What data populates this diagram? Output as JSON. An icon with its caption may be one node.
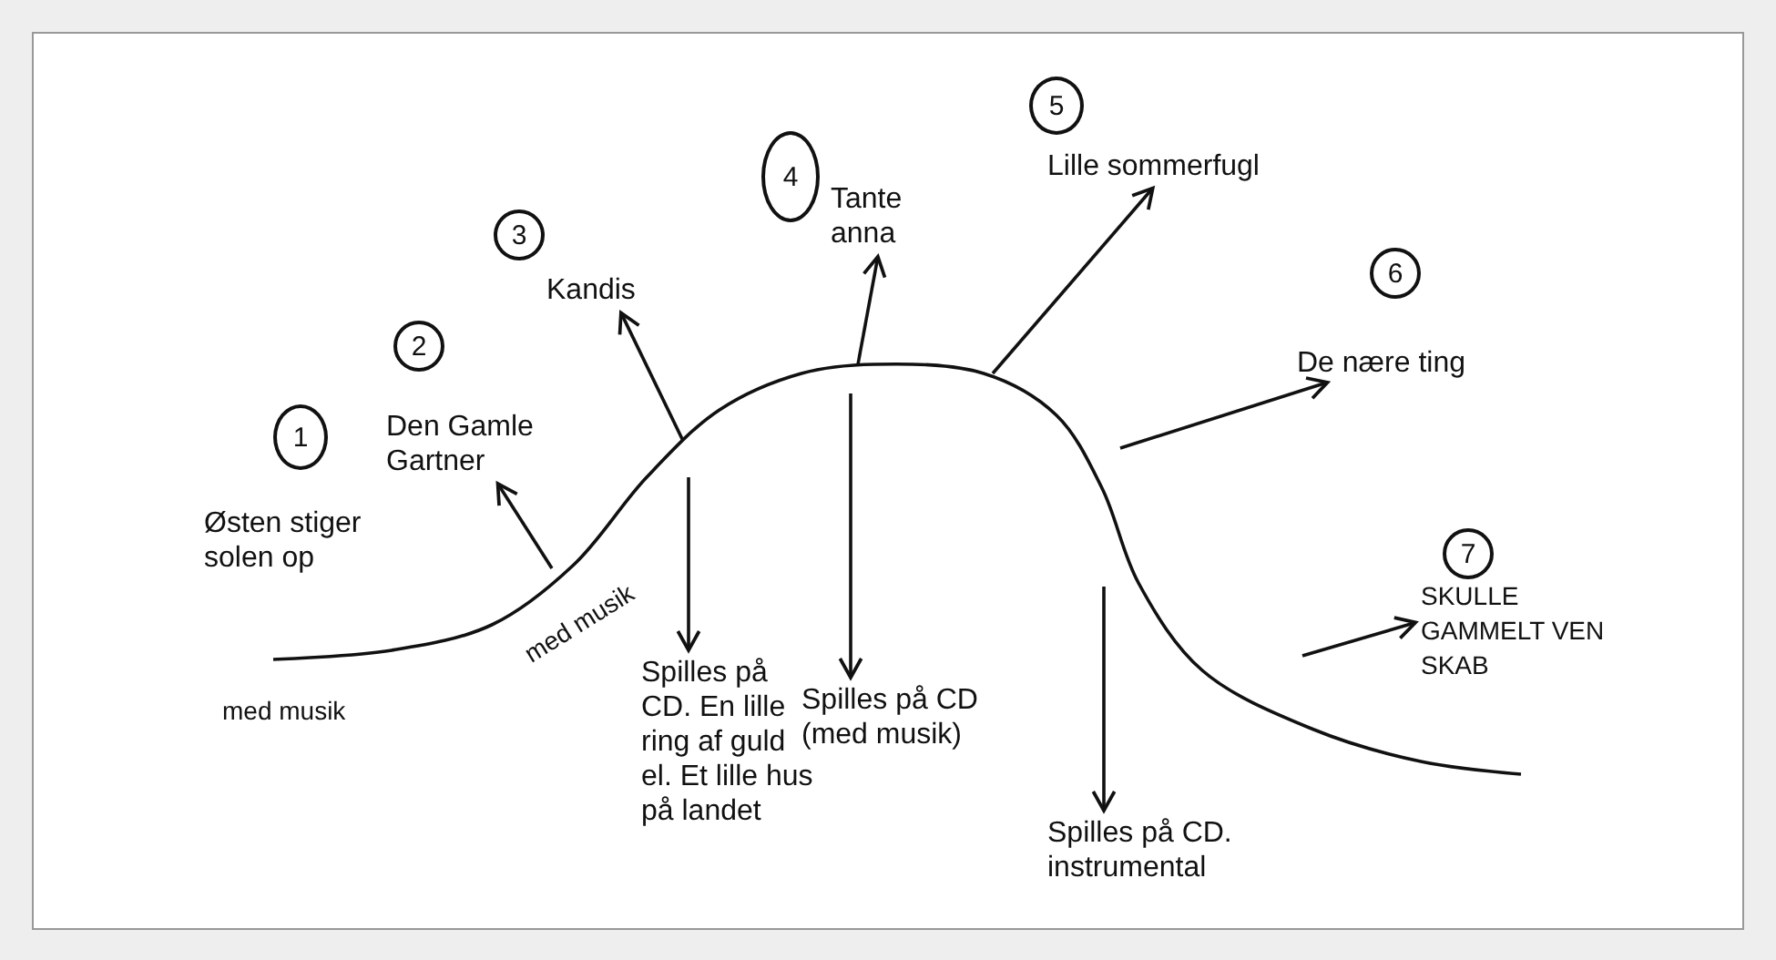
{
  "diagram": {
    "nodes": [
      {
        "text": [
          "1"
        ]
      },
      {
        "text": [
          "Østen stiger solen op"
        ]
      },
      {
        "text": [
          "2"
        ]
      },
      {
        "text": [
          "Den Gamle Gartner"
        ]
      },
      {
        "text": [
          "3"
        ]
      },
      {
        "text": [
          "Kandis"
        ]
      },
      {
        "text": [
          "4"
        ]
      },
      {
        "text": [
          "Tante anna"
        ]
      },
      {
        "text": [
          "5"
        ]
      },
      {
        "text": [
          "Lille sommerfugl"
        ]
      },
      {
        "text": [
          "6"
        ]
      },
      {
        "text": [
          "De nære ting"
        ]
      },
      {
        "text": [
          "7"
        ]
      },
      {
        "text": [
          "SKULLE GAMMELT VEN SKAB"
        ]
      },
      {
        "text": [
          "Spilles på CD. En lille ring af guld el. Et lille hus på landet"
        ]
      },
      {
        "text": [
          "Spilles på CD (med musik)"
        ]
      },
      {
        "text": [
          "Spilles på CD. instrumental"
        ]
      }
    ],
    "edges": [
      {
        "from": null,
        "to": 3,
        "arrow": "to"
      },
      {
        "from": null,
        "to": 5,
        "arrow": "to"
      },
      {
        "from": null,
        "to": 7,
        "arrow": "to"
      },
      {
        "from": null,
        "to": 9,
        "arrow": "to"
      },
      {
        "from": null,
        "to": 11,
        "arrow": "to"
      },
      {
        "from": null,
        "to": 13,
        "arrow": "to"
      },
      {
        "from": null,
        "to": 14,
        "arrow": "to"
      },
      {
        "from": null,
        "to": 15,
        "arrow": "to"
      },
      {
        "from": null,
        "to": 16,
        "arrow": "to"
      }
    ],
    "labels": [
      "med musik",
      "med musik"
    ]
  }
}
